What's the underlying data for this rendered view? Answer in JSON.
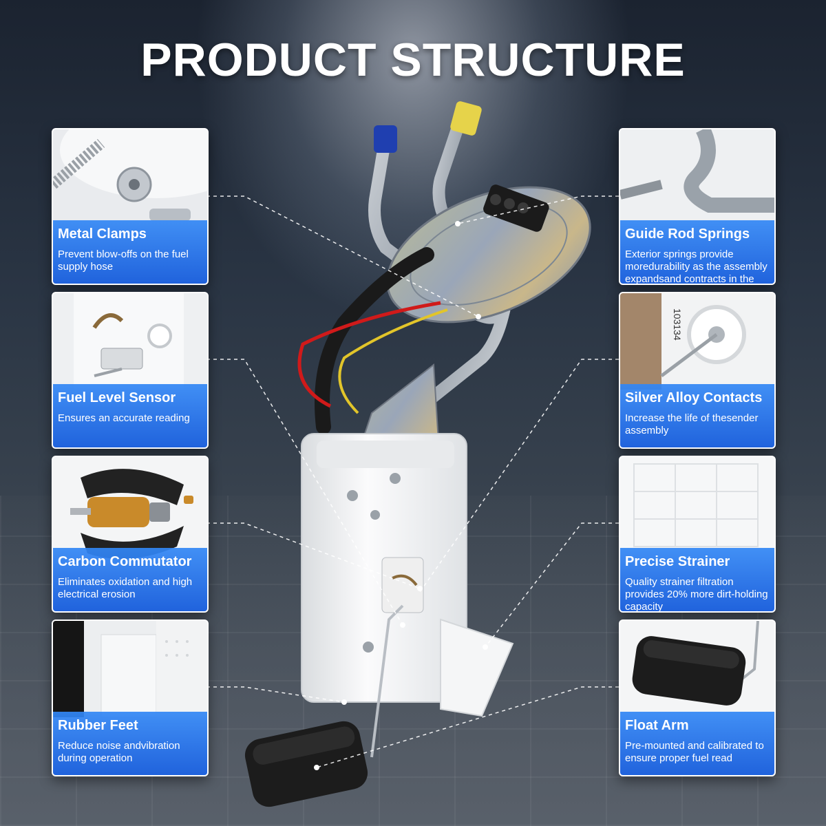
{
  "title": "PRODUCT STRUCTURE",
  "features_left": [
    {
      "name": "Metal Clamps",
      "desc": "Prevent blow-offs on the fuel supply hose",
      "icon": "metal-clamp-icon"
    },
    {
      "name": "Fuel Level Sensor",
      "desc": "Ensures an accurate reading",
      "icon": "fuel-level-sensor-icon"
    },
    {
      "name": "Carbon Commutator",
      "desc": "Eliminates oxidation and high electrical erosion",
      "icon": "carbon-commutator-icon"
    },
    {
      "name": "Rubber Feet",
      "desc": "Reduce noise andvibration during operation",
      "icon": "rubber-feet-icon"
    }
  ],
  "features_right": [
    {
      "name": "Guide Rod Springs",
      "desc": "Exterior springs provide moredurability as the assembly expandsand contracts in the fuel tank",
      "icon": "guide-rod-spring-icon"
    },
    {
      "name": "Silver Alloy Contacts",
      "desc": "Increase the life of thesender assembly",
      "icon": "silver-alloy-contacts-icon"
    },
    {
      "name": "Precise Strainer",
      "desc": "Quality strainer filtration provides 20% more dirt-holding capacity",
      "icon": "strainer-icon"
    },
    {
      "name": "Float Arm",
      "desc": "Pre-mounted and calibrated to ensure proper fuel read",
      "icon": "float-arm-icon"
    }
  ],
  "part_number": "103134",
  "colors": {
    "panel_blue": "#2a6fe0",
    "title_white": "#ffffff",
    "pump_body": "#f2f3f5",
    "cap_blue": "#1f3fb0",
    "cap_yellow": "#e6d34a"
  }
}
